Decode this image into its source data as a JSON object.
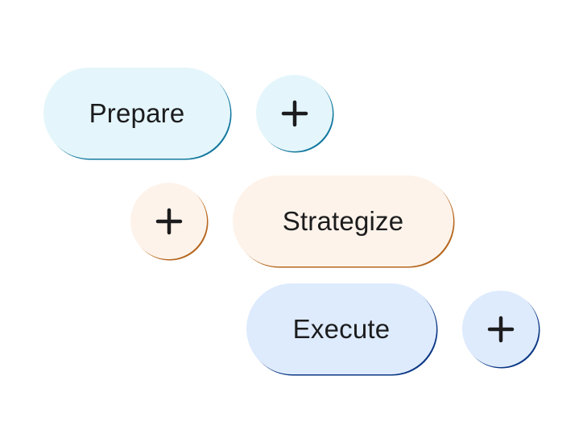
{
  "steps": [
    {
      "label": "Prepare",
      "color_bg": "#e4f6fb",
      "color_border": "#13789f",
      "add_icon": "plus-icon"
    },
    {
      "label": "Strategize",
      "color_bg": "#fdf3ea",
      "color_border": "#b5661e",
      "add_icon": "plus-icon"
    },
    {
      "label": "Execute",
      "color_bg": "#deebfd",
      "color_border": "#0b3784",
      "add_icon": "plus-icon"
    }
  ]
}
